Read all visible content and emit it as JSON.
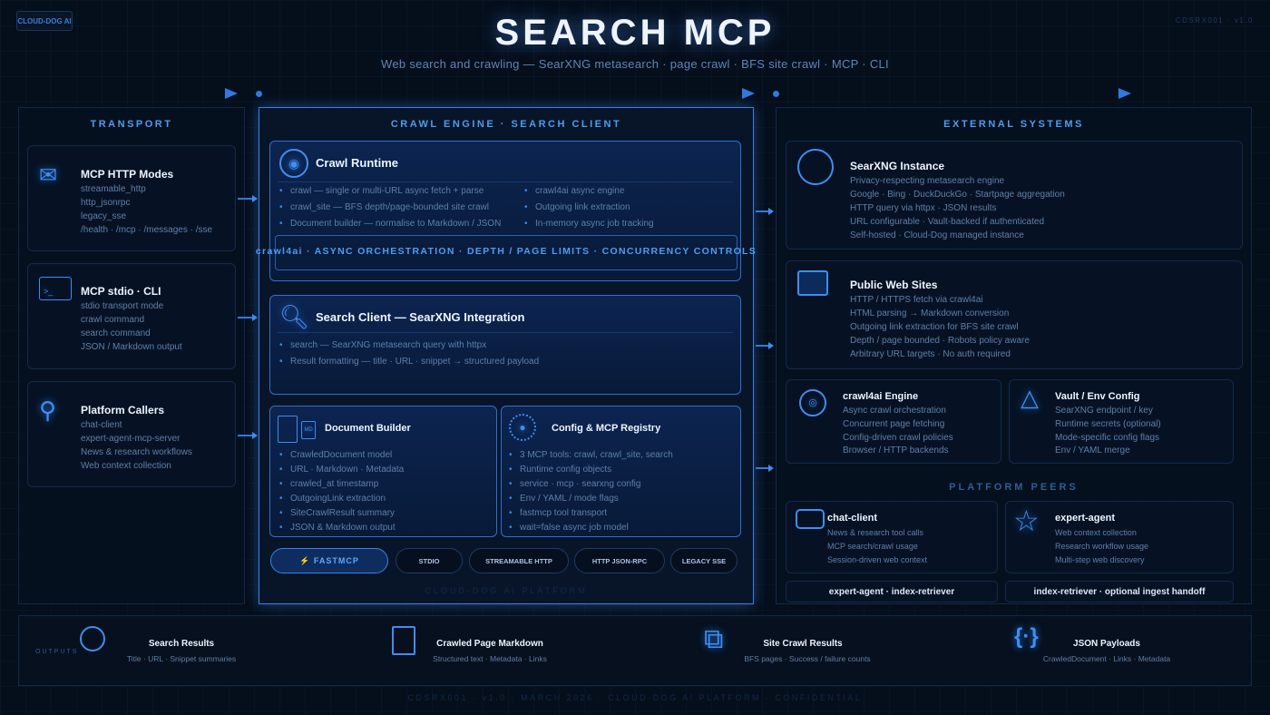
{
  "brand": "CLOUD-DOG AI",
  "doc_code": "CDSRX001 · v1.0",
  "title": "SEARCH MCP",
  "subtitle": "Web search and crawling — SearXNG metasearch · page crawl · BFS site crawl · MCP · CLI",
  "transport": {
    "title": "TRANSPORT",
    "cards": [
      {
        "icon": "mail-network-icon",
        "title": "MCP HTTP Modes",
        "lines": [
          "streamable_http",
          "http_jsonrpc",
          "legacy_sse",
          "/health · /mcp · /messages · /sse"
        ]
      },
      {
        "icon": "terminal-icon",
        "title": "MCP stdio · CLI",
        "lines": [
          "stdio transport mode",
          "crawl command",
          "search command",
          "JSON / Markdown output"
        ]
      },
      {
        "icon": "network-search-icon",
        "title": "Platform Callers",
        "lines": [
          "chat-client",
          "expert-agent-mcp-server",
          "News & research workflows",
          "Web context collection"
        ]
      }
    ]
  },
  "engine": {
    "title": "CRAWL ENGINE · SEARCH CLIENT",
    "runtime": {
      "title": "Crawl Runtime",
      "left": [
        "crawl — single or multi-URL async fetch + parse",
        "crawl_site — BFS depth/page-bounded site crawl",
        "Document builder — normalise to Markdown / JSON"
      ],
      "right": [
        "crawl4ai async engine",
        "Outgoing link extraction",
        "In-memory async job tracking"
      ],
      "banner": "crawl4ai · ASYNC ORCHESTRATION · DEPTH / PAGE LIMITS · CONCURRENCY CONTROLS"
    },
    "search": {
      "title": "Search Client — SearXNG Integration",
      "items": [
        "search — SearXNG metasearch query with httpx",
        "Result formatting — title · URL · snippet → structured payload"
      ]
    },
    "docbuilder": {
      "title": "Document Builder",
      "icon_label": "MD",
      "items": [
        "CrawledDocument model",
        "URL · Markdown · Metadata",
        "crawled_at timestamp",
        "OutgoingLink extraction",
        "SiteCrawlResult summary",
        "JSON & Markdown output"
      ]
    },
    "config": {
      "title": "Config & MCP Registry",
      "items": [
        "3 MCP tools: crawl, crawl_site, search",
        "Runtime config objects",
        "service · mcp · searxng config",
        "Env / YAML / mode flags",
        "fastmcp tool transport",
        "wait=false async job model"
      ]
    },
    "pills": [
      "⚡ FASTMCP",
      "STDIO",
      "STREAMABLE HTTP",
      "HTTP JSON-RPC",
      "LEGACY SSE"
    ],
    "active_pill": "⚡ FASTMCP",
    "watermark": "CLOUD-DOG AI PLATFORM"
  },
  "external": {
    "title": "EXTERNAL SYSTEMS",
    "searxng": {
      "title": "SearXNG Instance",
      "lines": [
        "Privacy-respecting metasearch engine",
        "Google · Bing · DuckDuckGo · Startpage aggregation",
        "HTTP query via httpx · JSON results",
        "URL configurable · Vault-backed if authenticated",
        "Self-hosted · Cloud-Dog managed instance"
      ]
    },
    "web": {
      "title": "Public Web Sites",
      "lines": [
        "HTTP / HTTPS fetch via crawl4ai",
        "HTML parsing → Markdown conversion",
        "Outgoing link extraction for BFS site crawl",
        "Depth / page bounded · Robots policy aware",
        "Arbitrary URL targets · No auth required"
      ]
    },
    "crawl4ai": {
      "title": "crawl4ai Engine",
      "lines": [
        "Async crawl orchestration",
        "Concurrent page fetching",
        "Config-driven crawl policies",
        "Browser / HTTP backends"
      ]
    },
    "vault": {
      "title": "Vault / Env Config",
      "lines": [
        "SearXNG endpoint / key",
        "Runtime secrets (optional)",
        "Mode-specific config flags",
        "Env / YAML merge"
      ]
    },
    "peers_title": "PLATFORM PEERS",
    "chat": {
      "title": "chat-client",
      "lines": [
        "News & research tool calls",
        "MCP search/crawl usage",
        "Session-driven web context"
      ]
    },
    "expert": {
      "title": "expert-agent",
      "lines": [
        "Web context collection",
        "Research workflow usage",
        "Multi-step web discovery"
      ]
    },
    "tags": [
      "expert-agent · index-retriever",
      "index-retriever · optional ingest handoff"
    ]
  },
  "outputs": {
    "label": "OUTPUTS",
    "items": [
      {
        "icon": "search-results-icon",
        "title": "Search Results",
        "sub": "Title · URL · Snippet summaries"
      },
      {
        "icon": "markdown-document-icon",
        "title": "Crawled Page Markdown",
        "sub": "Structured text · Metadata · Links"
      },
      {
        "icon": "site-tree-icon",
        "title": "Site Crawl Results",
        "sub": "BFS pages · Success / failure counts"
      },
      {
        "icon": "json-braces-icon",
        "title": "JSON Payloads",
        "sub": "CrawledDocument · Links · Metadata"
      }
    ]
  },
  "footer": "CDSRX001 · v1.0 · MARCH 2026 · CLOUD-DOG AI PLATFORM · CONFIDENTIAL",
  "colors": {
    "accent": "#3b82e8",
    "background": "#050e1b",
    "title": "#eef4ff"
  }
}
